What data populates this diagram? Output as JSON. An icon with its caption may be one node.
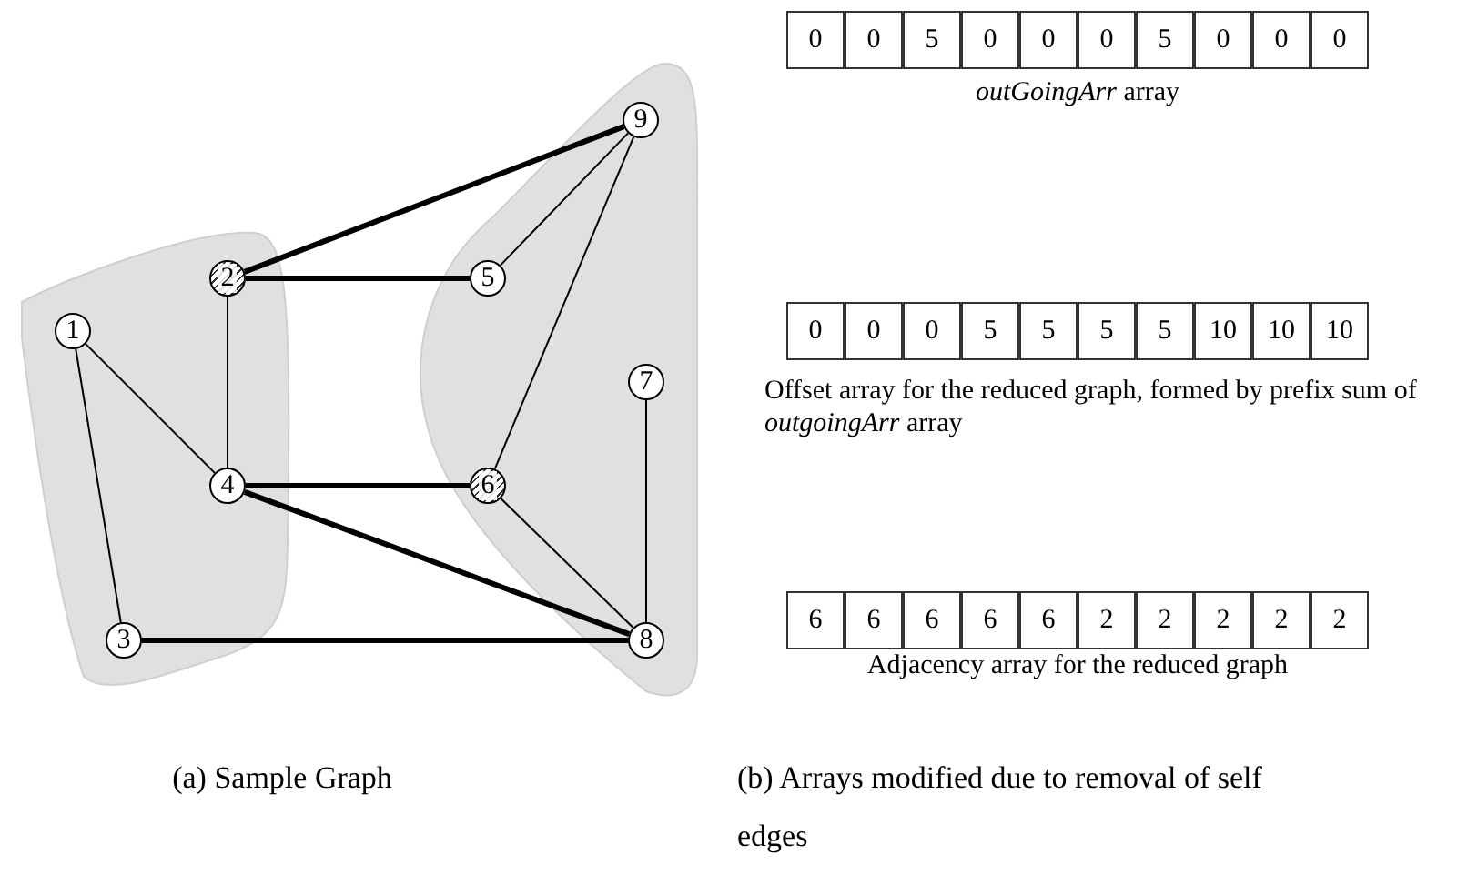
{
  "diagram": {
    "nodes": [
      {
        "text": [],
        "shape": "blob"
      },
      {
        "text": [
          "1"
        ],
        "in": 0
      },
      {
        "text": [
          "2"
        ],
        "in": 0
      },
      {
        "text": [
          "3"
        ],
        "in": 0
      },
      {
        "text": [
          "4"
        ],
        "in": 0
      },
      {
        "text": [],
        "shape": "blob"
      },
      {
        "text": [
          "5"
        ],
        "in": 5
      },
      {
        "text": [
          "6"
        ],
        "in": 5
      },
      {
        "text": [
          "7"
        ],
        "in": 5
      },
      {
        "text": [
          "8"
        ],
        "in": 5
      },
      {
        "text": [
          "9"
        ],
        "in": 5
      }
    ],
    "edges": [
      {
        "from": 1,
        "to": 4,
        "arrow": "none"
      },
      {
        "from": 1,
        "to": 3,
        "arrow": "none"
      },
      {
        "from": 2,
        "to": 4,
        "arrow": "none"
      },
      {
        "from": 2,
        "to": 10,
        "arrow": "none",
        "style": "thick"
      },
      {
        "from": 2,
        "to": 6,
        "arrow": "none",
        "style": "thick"
      },
      {
        "from": 4,
        "to": 7,
        "arrow": "none",
        "style": "thick"
      },
      {
        "from": 4,
        "to": 9,
        "arrow": "none",
        "style": "thick"
      },
      {
        "from": 3,
        "to": 9,
        "arrow": "none",
        "style": "thick"
      },
      {
        "from": 10,
        "to": 6,
        "arrow": "none"
      },
      {
        "from": 10,
        "to": 7,
        "arrow": "none"
      },
      {
        "from": 7,
        "to": 9,
        "arrow": "none"
      },
      {
        "from": 8,
        "to": 9,
        "arrow": "none"
      }
    ],
    "labels": [
      "0",
      "0",
      "5",
      "0",
      "0",
      "0",
      "5",
      "0",
      "0",
      "0",
      "*outGoingArr* array",
      "0",
      "0",
      "0",
      "5",
      "5",
      "5",
      "5",
      "10",
      "10",
      "10",
      "Offset array for the reduced graph, formed by prefix sum of *outgoingArr* array",
      "6",
      "6",
      "6",
      "6",
      "6",
      "2",
      "2",
      "2",
      "2",
      "2",
      "Adjacency array for the reduced graph",
      "(a) Sample Graph",
      "(b) Arrays modified due to removal of self edges"
    ]
  }
}
